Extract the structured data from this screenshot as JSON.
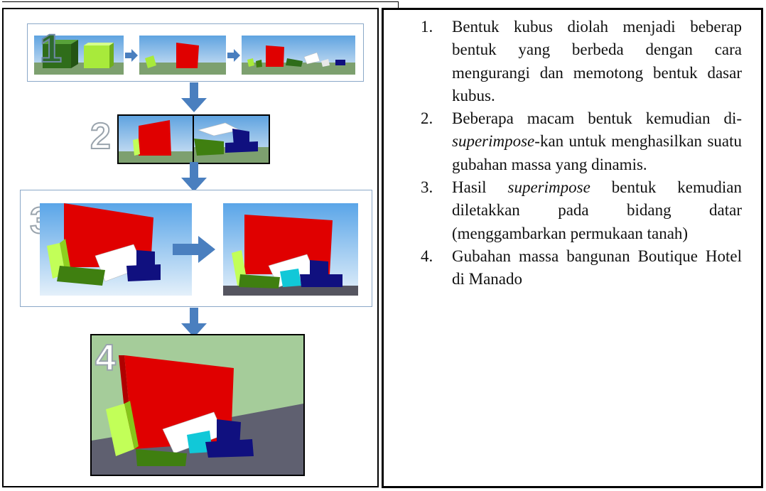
{
  "stage_numbers": [
    "1",
    "2",
    "3",
    "4"
  ],
  "steps": [
    {
      "number": "1.",
      "text": "Bentuk kubus diolah menjadi beberap bentuk yang berbeda dengan cara mengurangi dan memotong bentuk dasar kubus."
    },
    {
      "number": "2.",
      "text_before": "Beberapa macam bentuk kemudian di-",
      "text_italic": "superimpose",
      "text_after": "-kan untuk menghasilkan suatu gubahan massa yang dinamis."
    },
    {
      "number": "3.",
      "text_before": "Hasil ",
      "text_italic": "superimpose",
      "text_after": " bentuk kemudian diletakkan pada bidang datar (menggambarkan permukaan tanah)"
    },
    {
      "number": "4.",
      "text": "Gubahan massa bangunan Boutique Hotel di Manado"
    }
  ],
  "colors": {
    "arrow": "#4a7fbf",
    "sky_top": "#5fa3e0",
    "ground": "#7da06f",
    "red_mass": "#e00000",
    "green_mass": "#3f7f10",
    "lime_mass": "#b7f03a",
    "navy_mass": "#10107f",
    "cyan_mass": "#11c8d8",
    "wall": "#a5cc9a",
    "floor": "#5f6070"
  }
}
